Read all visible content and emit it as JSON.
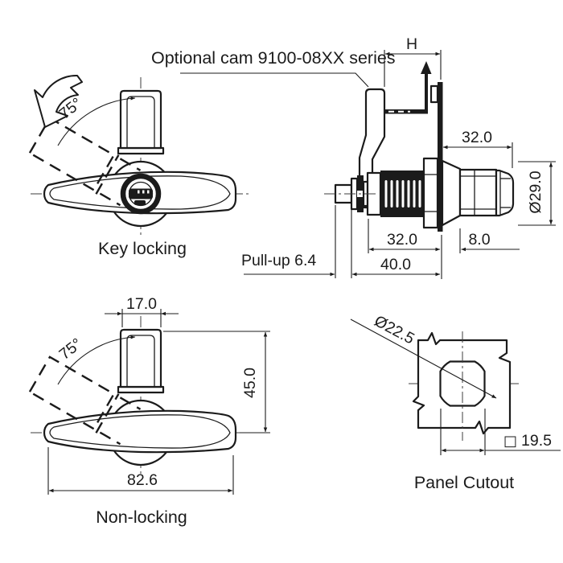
{
  "colors": {
    "line": "#1b1b1b",
    "background": "#ffffff"
  },
  "notes": {
    "optional_cam": "Optional cam 9100-08XX series",
    "pull_up": "Pull-up 6.4"
  },
  "views": {
    "key_locking": {
      "caption": "Key locking",
      "rotation_angle": "75°"
    },
    "side": {
      "dim_grip": "H",
      "dim_handle_length": "32.0",
      "dim_bezel_diameter": "Ø29.0",
      "dim_body_length": "32.0",
      "dim_bezel_depth": "8.0",
      "dim_overall_length": "40.0"
    },
    "non_locking": {
      "caption": "Non-locking",
      "rotation_angle": "75°",
      "dim_grip_width": "17.0",
      "dim_height": "45.0",
      "dim_handle_length": "82.6"
    },
    "panel_cutout": {
      "caption": "Panel Cutout",
      "dim_hole_diameter": "Ø22.5",
      "square_symbol": "□",
      "dim_square": "19.5"
    }
  }
}
